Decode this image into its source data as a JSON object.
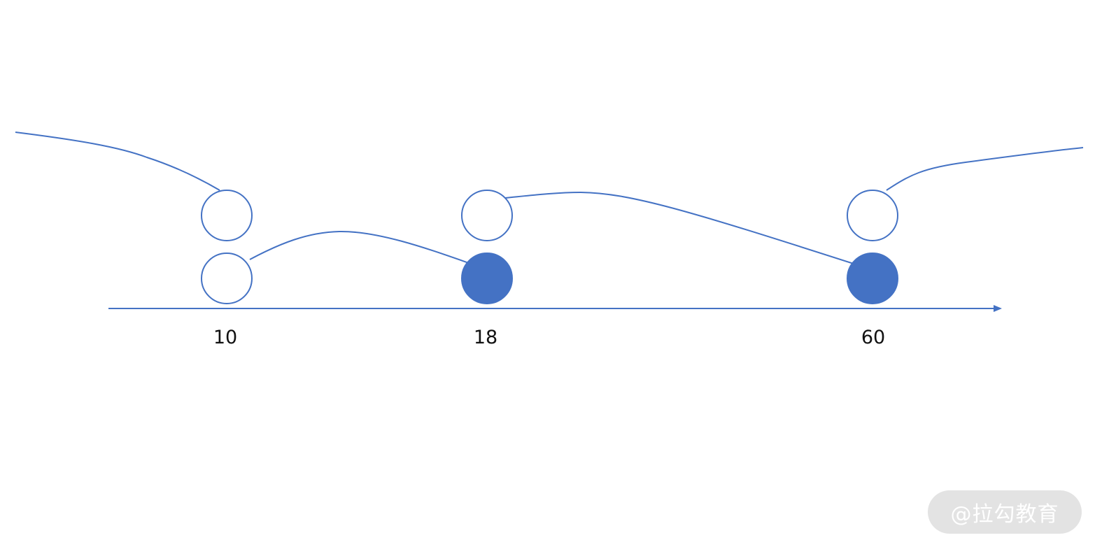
{
  "diagram": {
    "axis_labels": [
      "10",
      "18",
      "60"
    ],
    "node_filled": {
      "bottom": [
        false,
        true,
        true
      ],
      "top": [
        false,
        false,
        false
      ]
    },
    "colors": {
      "line": "#4472c4",
      "node_fill": "#4472c4",
      "node_stroke": "#4472c4",
      "axis": "#4472c4",
      "label": "#111111"
    }
  },
  "watermark": {
    "text": "@拉勾教育"
  }
}
